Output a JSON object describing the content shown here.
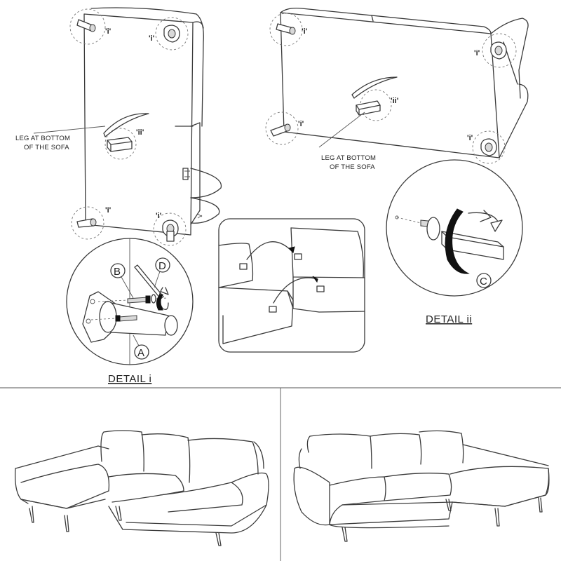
{
  "diagram": {
    "leg_note_line1": "LEG AT BOTTOM",
    "leg_note_line2": "OF THE SOFA",
    "mark_i": "'i'",
    "mark_ii": "'ii'",
    "detail_i_title": "DETAIL i",
    "detail_ii_title": "DETAIL ii",
    "parts": {
      "A": "A",
      "B": "B",
      "C": "C",
      "D": "D"
    }
  }
}
